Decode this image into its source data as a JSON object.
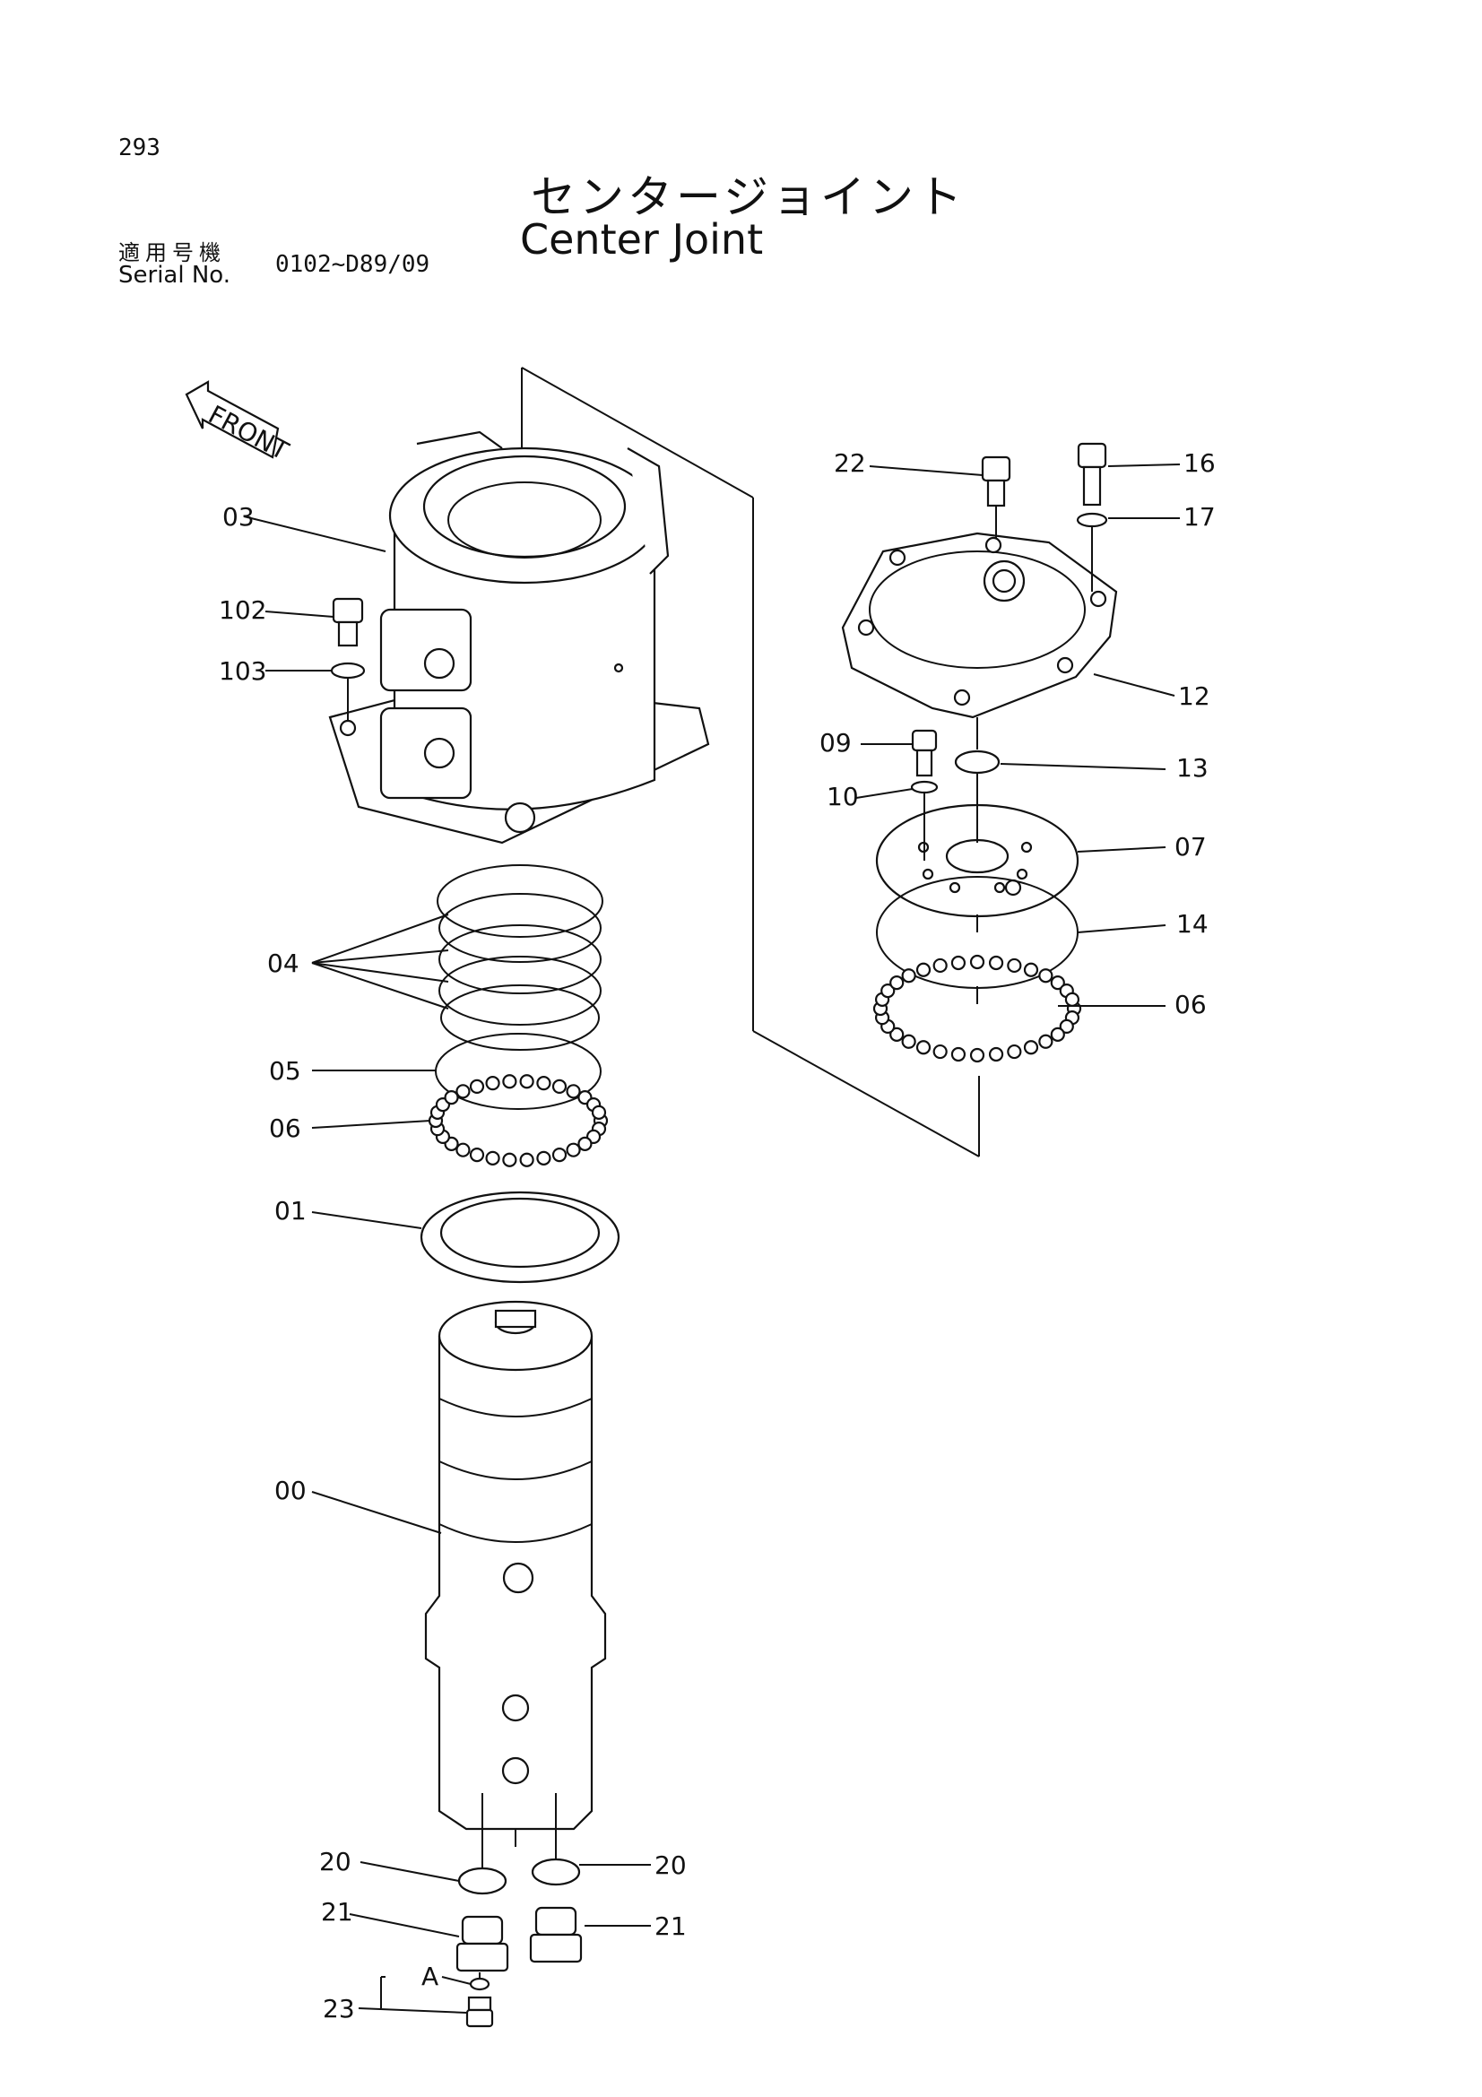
{
  "page_number": "293",
  "title_jp": "センタージョイント",
  "title_en": "Center Joint",
  "serial_label_jp": "適用号機",
  "serial_label_en": "Serial No.",
  "serial_value": "0102~D89/09",
  "front_label": "FRONT",
  "callouts": {
    "c03": "03",
    "c102": "102",
    "c103": "103",
    "c04": "04",
    "c05": "05",
    "c06_left": "06",
    "c01": "01",
    "c00": "00",
    "c20_left": "20",
    "c20_right": "20",
    "c21_left": "21",
    "c21_right": "21",
    "cA": "A",
    "c23": "23",
    "c22": "22",
    "c16": "16",
    "c17": "17",
    "c12": "12",
    "c09": "09",
    "c13": "13",
    "c10": "10",
    "c07": "07",
    "c14": "14",
    "c06_right": "06"
  }
}
